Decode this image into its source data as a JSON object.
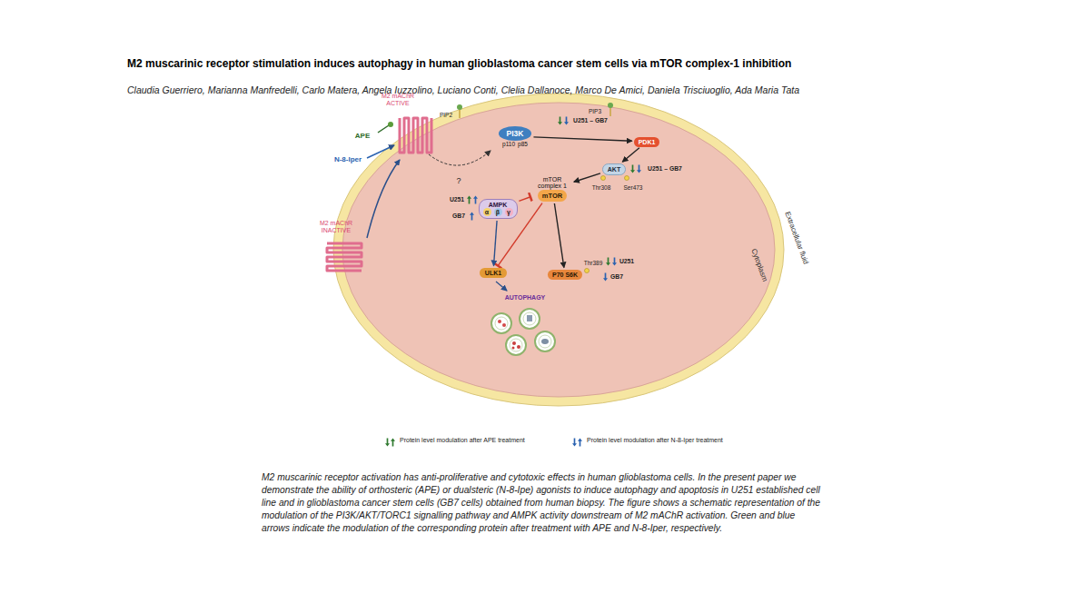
{
  "diagram": {
    "title": "M2 muscarinic receptor stimulation induces autophagy in human glioblastoma cancer stem cells via mTOR complex-1 inhibition",
    "caption": "M2 muscarinic receptor activation has anti-proliferative and cytotoxic effects in human glioblastoma cells. In the present paper we demonstrate the ability of orthosteric (APE) or dualsteric (N-8-Ipe) agonists to induce autophagy and apoptosis in U251 established cell line and in glioblastoma cancer stem cells (GB7 cells) obtained from human biopsy. The figure shows a schematic representation of the modulation of the PI3K/AKT/TORC1 signalling pathway and AMPK activity downstream of M2 mAChR activation. Green and blue arrows indicate the modulation of the corresponding protein after treatment with APE and N-8-Iper, respectively.",
    "nodes": [
      {
        "text": [
          "PI3K",
          "p110",
          "p85"
        ]
      },
      {
        "text": [
          "PDK1"
        ]
      },
      {
        "text": [
          "AKT"
        ]
      },
      {
        "text": [
          "mTOR complex 1",
          "mTOR"
        ]
      },
      {
        "text": [
          "AMPK",
          "α",
          "β",
          "γ"
        ]
      },
      {
        "text": [
          "ULK1"
        ]
      },
      {
        "text": [
          "P70 S6K"
        ]
      }
    ],
    "edges": [
      {
        "from": 0,
        "to": 1,
        "arrow": "to"
      },
      {
        "from": 1,
        "to": 2,
        "arrow": "to"
      },
      {
        "from": 2,
        "to": 3,
        "arrow": "to"
      },
      {
        "from": 4,
        "to": 3,
        "arrow": "to"
      },
      {
        "from": 3,
        "to": 5,
        "arrow": "to"
      },
      {
        "from": 3,
        "to": 6,
        "arrow": "to"
      },
      {
        "from": 4,
        "to": 5,
        "arrow": "to"
      }
    ],
    "labels": [
      "Claudia Guerriero, Marianna Manfredelli, Carlo Matera, Angela Iuzzolino, Luciano Conti, Clelia Dallanoce, Marco De Amici, Daniela Trisciuoglio, Ada Maria Tata",
      "M2 mAChR ACTIVE",
      "APE",
      "N-8-Iper",
      "M2 mAChR INACTIVE",
      "?",
      "PIP2",
      "PIP3",
      "U251 – GB7",
      "U251 – GB7",
      "Thr308",
      "Ser473",
      "U251",
      "GB7",
      "Thr389",
      "U251",
      "GB7",
      "AUTOPHAGY",
      "Extracellular fluid",
      "Cytoplasm"
    ],
    "legend": [
      {
        "text": "Protein level modulation after APE treatment"
      },
      {
        "text": "Protein level modulation after N-8-Iper treatment"
      }
    ]
  }
}
